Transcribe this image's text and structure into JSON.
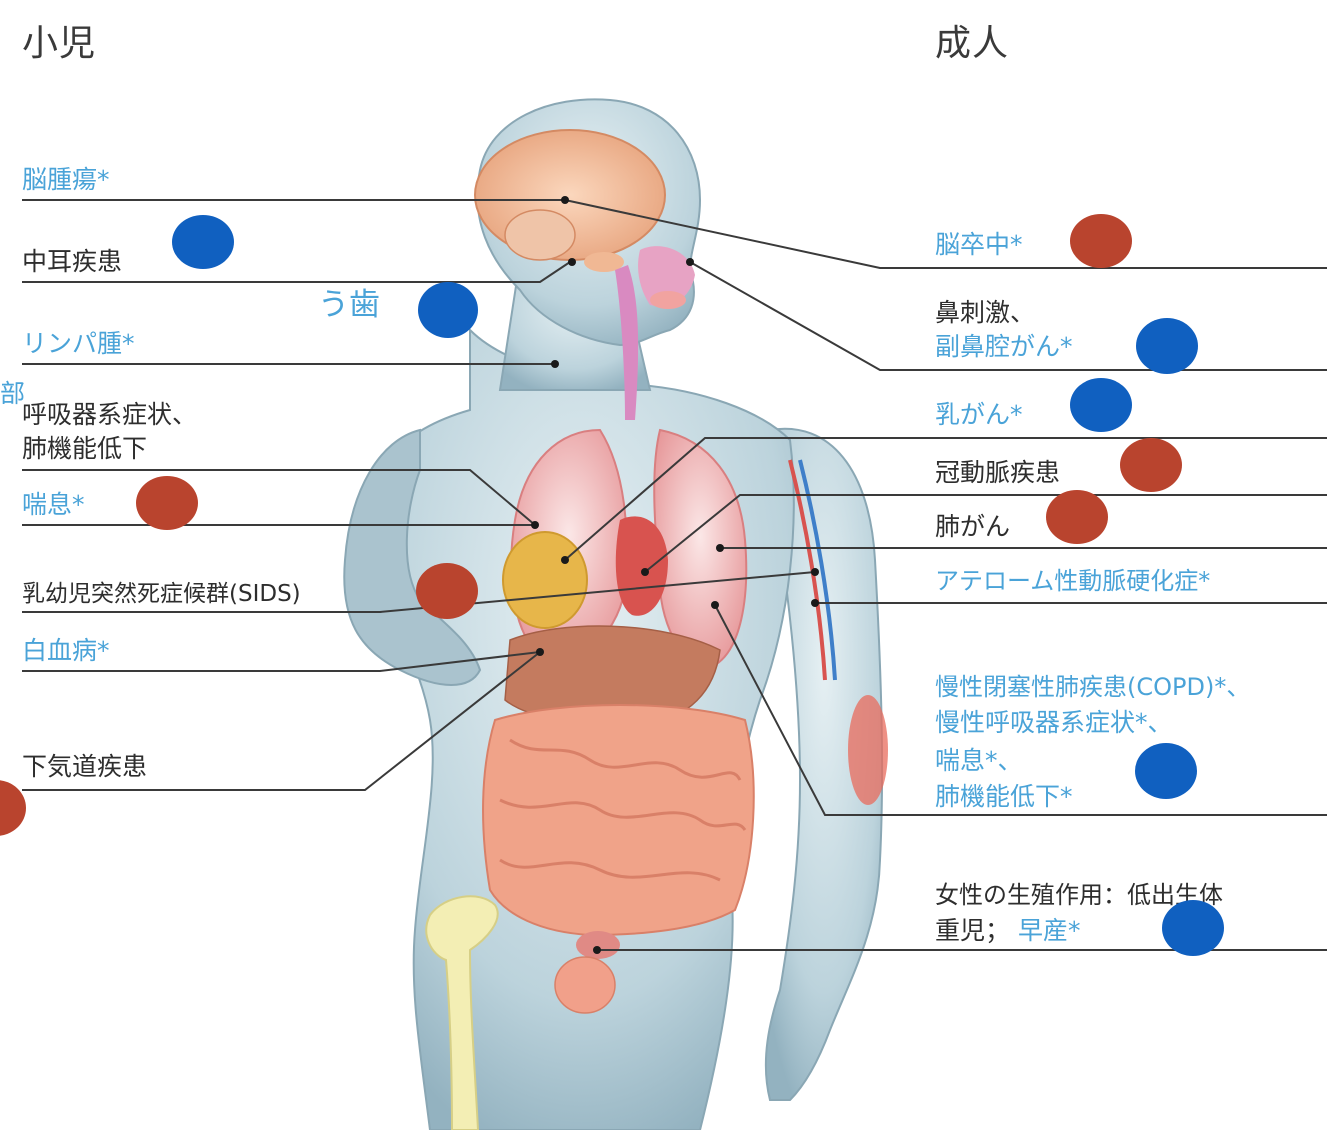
{
  "headers": {
    "child": "小児",
    "adult": "成人"
  },
  "colors": {
    "child_blue": "#1060c0",
    "adult_red": "#b9442e",
    "label_blue": "#4aa3d8",
    "line": "#3a3a3a"
  },
  "child_labels": {
    "brain_tumor": "脳腫瘍*",
    "middle_ear": "中耳疾患",
    "caries": "う歯",
    "lymphoma": "リンパ腫*",
    "cut_fragment": "部",
    "respiratory_line1": "呼吸器系症状、",
    "respiratory_line2": "肺機能低下",
    "asthma": "喘息*",
    "sids": "乳幼児突然死症候群(SIDS)",
    "leukemia": "白血病*",
    "lower_airway": "下気道疾患"
  },
  "adult_labels": {
    "stroke": "脳卒中*",
    "nasal_line1": "鼻刺激、",
    "nasal_line2": "副鼻腔がん*",
    "breast_cancer": "乳がん*",
    "coronary": "冠動脈疾患",
    "lung_cancer": "肺がん",
    "atherosclerosis": "アテローム性動脈硬化症*",
    "copd_line1": "慢性閉塞性肺疾患(COPD)*、",
    "copd_line2": "慢性呼吸器系症状*、",
    "copd_line3": "喘息*、",
    "copd_line4": "肺機能低下*",
    "repro_line1": "女性の生殖作用：低出生体",
    "repro_line2_a": "重児；",
    "repro_line2_b": "早産*"
  }
}
